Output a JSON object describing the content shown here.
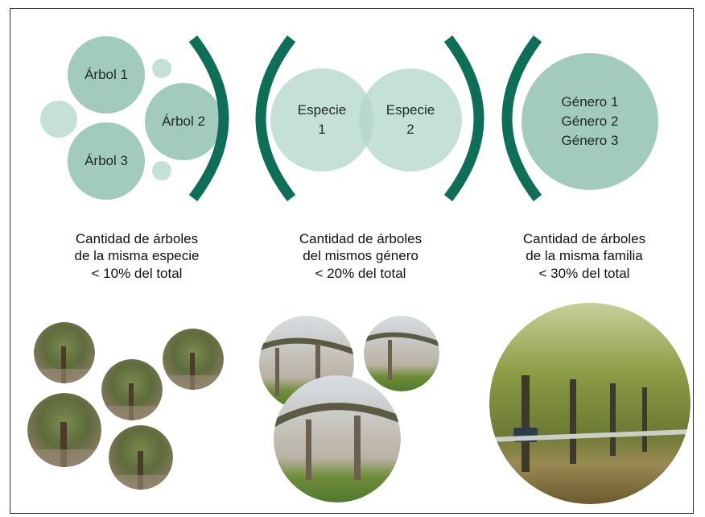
{
  "group1": {
    "circles": [
      "Árbol 1",
      "Árbol 2",
      "Árbol 3"
    ],
    "caption": [
      "Cantidad de árboles",
      "de la misma especie",
      "< 10% del total"
    ]
  },
  "group2": {
    "circles": [
      [
        "Especie",
        "1"
      ],
      [
        "Especie",
        "2"
      ]
    ],
    "caption": [
      "Cantidad de árboles",
      "del mismos género",
      "< 20% del total"
    ]
  },
  "group3": {
    "circles": [
      "Género 1",
      "Género 2",
      "Género 3"
    ],
    "caption": [
      "Cantidad de árboles",
      "de la misma familia",
      "< 30% del total"
    ]
  },
  "colors": {
    "bracket": "#0e6e58",
    "circle_light": "#b2d6cb",
    "circle_mid": "#98c4b7"
  },
  "photos": {
    "group1": "small-tree-circles",
    "group2": "branch-park-circles",
    "group3": "tree-avenue-circle"
  }
}
